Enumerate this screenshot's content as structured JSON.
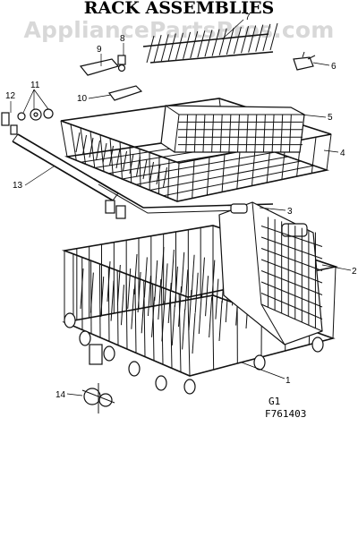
{
  "title": "RACK ASSEMBLIES",
  "watermark": "AppliancePartsPros.com",
  "callouts": [
    "12",
    "11",
    "9",
    "8",
    "7",
    "6",
    "10",
    "5",
    "4",
    "13",
    "3",
    "2",
    "1",
    "14"
  ],
  "diagram_code_line1": "G1",
  "diagram_code_line2": "F761403"
}
